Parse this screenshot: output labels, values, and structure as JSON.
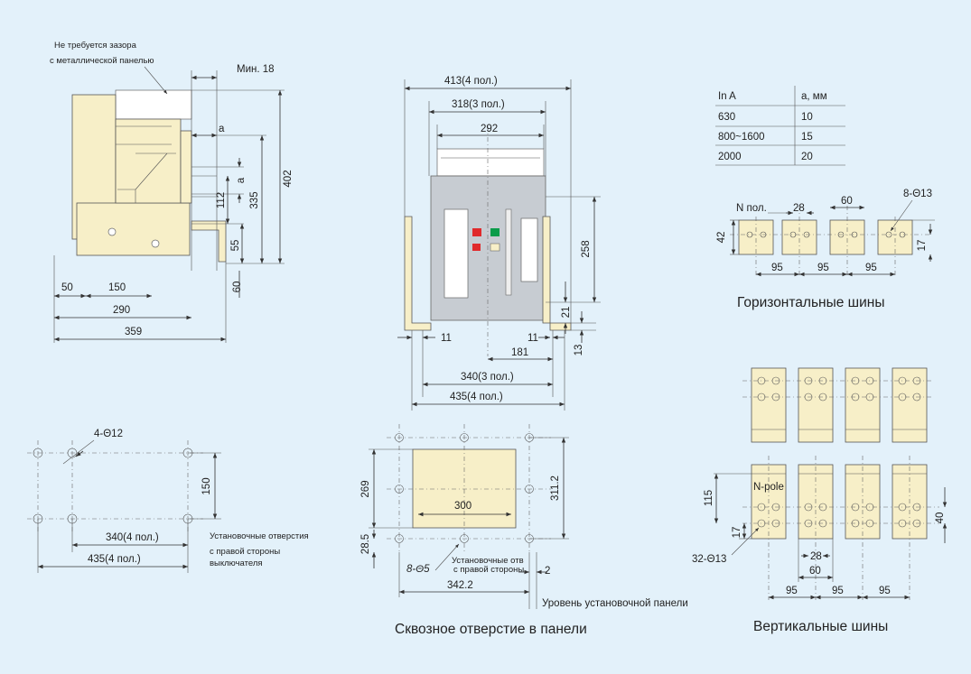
{
  "side_view": {
    "note_line1": "Не требуется зазора",
    "note_line2": "с металлической панелью",
    "min18": "Мин. 18",
    "a": "a",
    "a2": "a",
    "d402": "402",
    "d335": "335",
    "d112": "112",
    "d55": "55",
    "d60": "60",
    "d50": "50",
    "d150": "150",
    "d290": "290",
    "d359": "359"
  },
  "front_view": {
    "d413": "413(4 пол.)",
    "d318": "318(3 пол.)",
    "d292": "292",
    "d258": "258",
    "d21": "21",
    "d13": "13",
    "d11a": "11",
    "d11b": "11",
    "d181": "181",
    "d340": "340(3 пол.)",
    "d435": "435(4 пол.)"
  },
  "table": {
    "headers": [
      "In A",
      "а, мм"
    ],
    "rows": [
      [
        "630",
        "10"
      ],
      [
        "800~1600",
        "15"
      ],
      [
        "2000",
        "20"
      ]
    ]
  },
  "horizontal_bus": {
    "npol": "N пол.",
    "d28": "28",
    "d60": "60",
    "holes": "8-Θ13",
    "d42": "42",
    "d17": "17",
    "d95a": "95",
    "d95b": "95",
    "d95c": "95",
    "caption": "Горизонтальные шины"
  },
  "vertical_bus": {
    "npole": "N-pole",
    "d115": "115",
    "d17": "17",
    "d40": "40",
    "holes": "32-Θ13",
    "d28": "28",
    "d60": "60",
    "d95a": "95",
    "d95b": "95",
    "d95c": "95",
    "caption": "Вертикальные шины"
  },
  "mounting": {
    "holes": "4-Θ12",
    "d150": "150",
    "d340": "340(4 пол.)",
    "d435": "435(4 пол.)",
    "note1": "Установочные отверстия",
    "note2": "с правой стороны",
    "note3": "выключателя"
  },
  "panel_cutout": {
    "d269": "269",
    "d311": "311.2",
    "d300": "300",
    "d285": "28.5",
    "holes": "8-Θ5",
    "note1": "Установочные отв",
    "note2": "с правой стороны",
    "d2": "2",
    "d342": "342.2",
    "level": "Уровень установочной панели",
    "caption": "Сквозное отверстие в панели"
  }
}
